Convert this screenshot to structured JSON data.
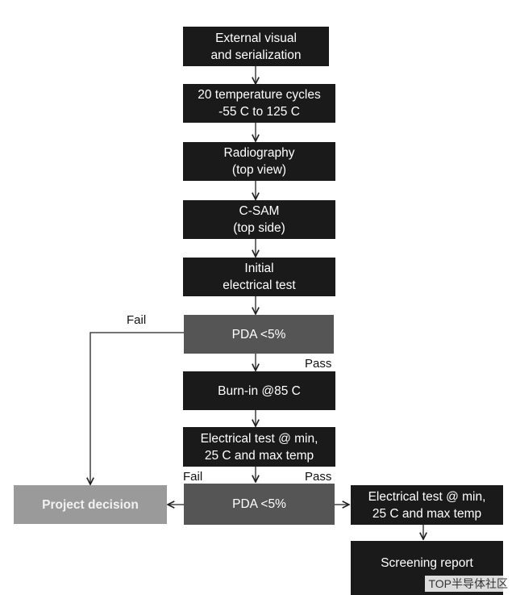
{
  "flow": {
    "external_visual": "External visual\nand serialization",
    "temp_cycles": "20 temperature cycles\n-55 C to 125 C",
    "radiography": "Radiography\n(top view)",
    "csam": "C-SAM\n(top side)",
    "initial_test": "Initial\nelectrical test",
    "pda1": "PDA <5%",
    "burn_in": "Burn-in @85 C",
    "elec_test": "Electrical test @ min,\n25 C and max temp",
    "pda2": "PDA <5%",
    "project_decision": "Project decision",
    "elec_test_final": "Electrical test @ min,\n25 C and max temp",
    "screening_report": "Screening report"
  },
  "labels": {
    "fail1": "Fail",
    "pass1": "Pass",
    "fail2": "Fail",
    "pass2": "Pass"
  },
  "watermark": "TOP半导体社区",
  "colors": {
    "box_dark": "#1a1a1a",
    "box_gray": "#555555",
    "box_light": "#9a9a9a",
    "line": "#222222"
  }
}
